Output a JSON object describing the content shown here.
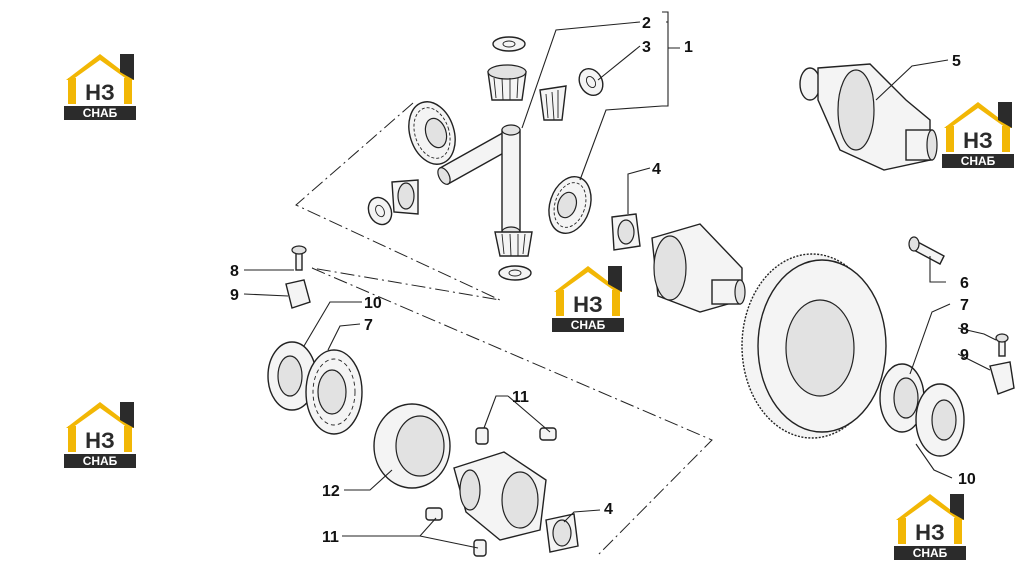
{
  "logo": {
    "mark_text": "НЗ",
    "caption": "СНАБ",
    "colors": {
      "roof": "#f2b705",
      "dark": "#2b2b2b",
      "text_bg": "#2b2b2b"
    }
  },
  "callouts": {
    "c1": "1",
    "c2": "2",
    "c3": "3",
    "c4a": "4",
    "c4b": "4",
    "c5": "5",
    "c6": "6",
    "c7a": "7",
    "c7b": "7",
    "c8a": "8",
    "c8b": "8",
    "c9a": "9",
    "c9b": "9",
    "c10a": "10",
    "c10b": "10",
    "c11a": "11",
    "c11b": "11",
    "c12": "12"
  }
}
